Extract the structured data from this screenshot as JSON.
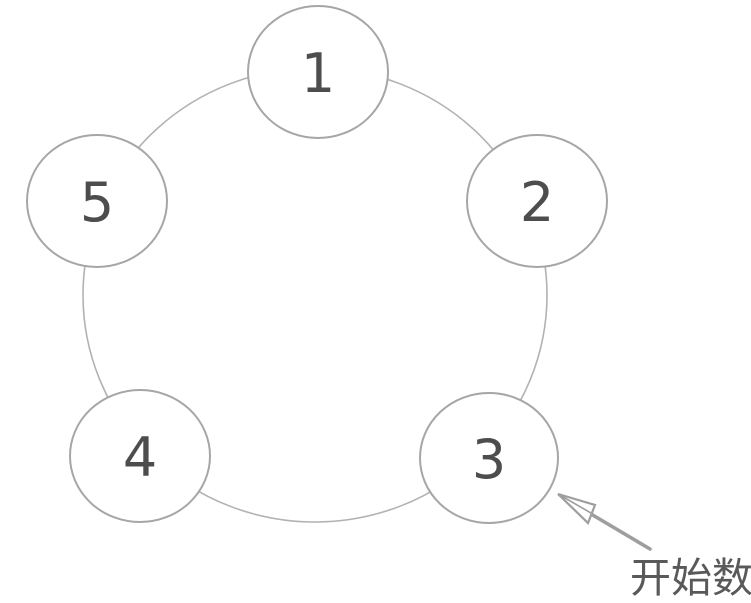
{
  "diagram": {
    "nodes": [
      {
        "id": "node-1",
        "label": "1"
      },
      {
        "id": "node-2",
        "label": "2"
      },
      {
        "id": "node-3",
        "label": "3"
      },
      {
        "id": "node-4",
        "label": "4"
      },
      {
        "id": "node-5",
        "label": "5"
      }
    ],
    "annotation": {
      "label": "开始数",
      "target_node": "3"
    },
    "colors": {
      "background": "#ffffff",
      "ring_stroke": "#b2b2b2",
      "node_stroke": "#a6a6a6",
      "node_fill": "#ffffff",
      "number_color": "#4d4d4d",
      "arrow_color": "#9e9e9e",
      "annotation_color": "#595959"
    }
  }
}
